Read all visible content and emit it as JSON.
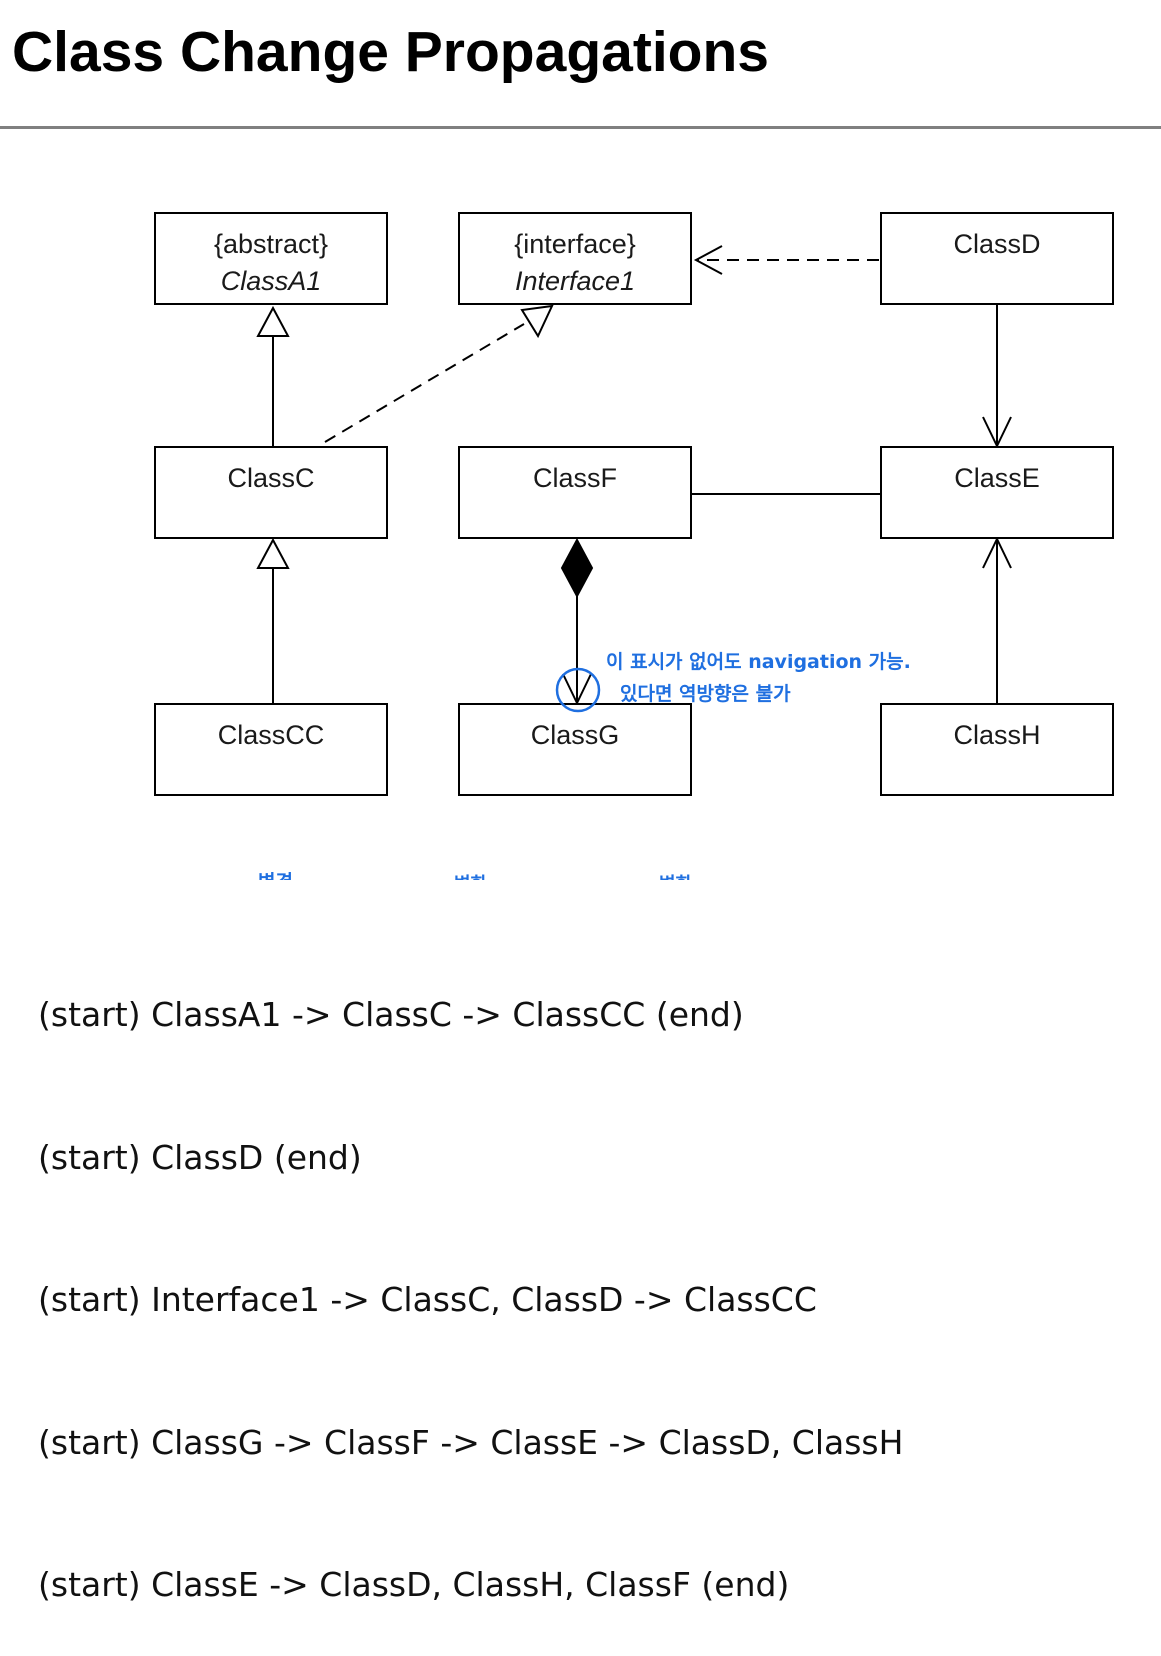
{
  "title": "Class Change Propagations",
  "classes": {
    "classA1": {
      "stereotype": "{abstract}",
      "name": "ClassA1"
    },
    "interface1": {
      "stereotype": "{interface}",
      "name": "Interface1"
    },
    "classD": {
      "name": "ClassD"
    },
    "classC": {
      "name": "ClassC"
    },
    "classF": {
      "name": "ClassF"
    },
    "classE": {
      "name": "ClassE"
    },
    "classCC": {
      "name": "ClassCC"
    },
    "classG": {
      "name": "ClassG"
    },
    "classH": {
      "name": "ClassH"
    }
  },
  "annotation": {
    "line1": "이 표시가 없어도 navigation 가능.",
    "line2": "있다면 역방향은 불가",
    "color": "#1f6fe0"
  },
  "path_notes": [
    "변경",
    "변화",
    "변화"
  ],
  "propagations": [
    "(start) ClassA1 -> ClassC -> ClassCC (end)",
    "(start) ClassD (end)",
    "(start) Interface1 -> ClassC, ClassD -> ClassCC",
    "(start) ClassG -> ClassF -> ClassE -> ClassD, ClassH",
    "(start) ClassE -> ClassD, ClassH, ClassF (end)"
  ]
}
